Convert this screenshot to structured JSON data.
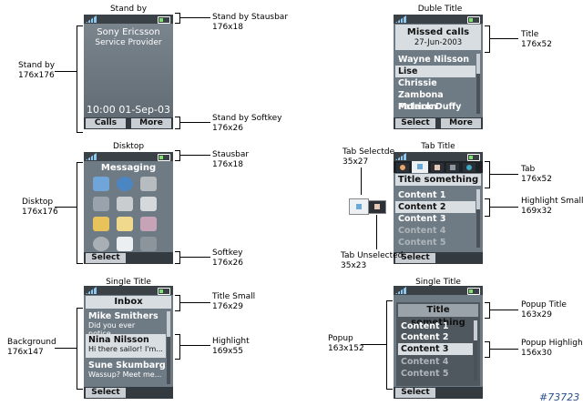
{
  "watermark": "#73723",
  "screens": {
    "standby": {
      "title": "Stand by",
      "brand": "Sony Ericsson",
      "provider": "Service Provider",
      "time": "10:00",
      "date": "01-Sep-03",
      "soft_left": "Calls",
      "soft_right": "More",
      "ann_left": "Stand by\n176x176",
      "ann_statusbar": "Stand by Stausbar\n176x18",
      "ann_softkey": "Stand by Softkey\n176x26"
    },
    "double_title": {
      "title": "Duble Title",
      "heading": "Missed calls",
      "subheading": "27-Jun-2003",
      "items": [
        "Wayne Nilsson",
        "Lise",
        "Chrissie",
        "Zambona Mclaren",
        "Patrick Duffy"
      ],
      "soft_left": "Select",
      "soft_right": "More",
      "ann_title": "Title\n176x52"
    },
    "desktop": {
      "title": "Disktop",
      "heading": "Messaging",
      "soft_left": "Select",
      "ann_left": "Disktop\n176x176",
      "ann_statusbar": "Stausbar\n176x18",
      "ann_softkey": "Softkey\n176x26",
      "icons": [
        "messaging-icon",
        "internet-icon",
        "entertainment-icon",
        "camera-icon",
        "file-manager-icon",
        "messages-icon",
        "phonebook-icon",
        "organizer-icon",
        "media-icon",
        "connectivity-icon",
        "calendar-icon",
        "settings-icon"
      ]
    },
    "tab_title": {
      "title": "Tab Title",
      "heading": "Title something",
      "items": [
        "Content 1",
        "Content 2",
        "Content 3",
        "Content 4",
        "Content 5"
      ],
      "soft_left": "Select",
      "ann_selected": "Tab Selectde\n35x27",
      "ann_unselected": "Tab Unselected\n35x23",
      "ann_tab": "Tab\n176x52",
      "ann_highlight": "Highlight Small\n169x32"
    },
    "single_title": {
      "title": "Single Title",
      "heading": "Inbox",
      "items": [
        {
          "name": "Mike Smithers",
          "preview": "Did you ever notice..."
        },
        {
          "name": "Nina Nilsson",
          "preview": "Hi there sailor! I'm..."
        },
        {
          "name": "Sune Skumbarg",
          "preview": "Wassup? Meet me..."
        }
      ],
      "soft_left": "Select",
      "ann_background": "Background\n176x147",
      "ann_title": "Title Small\n176x29",
      "ann_highlight": "Highlight\n169x55"
    },
    "popup": {
      "title": "Single Title",
      "heading": "Title something",
      "items": [
        "Content 1",
        "Content 2",
        "Content 3",
        "Content 4",
        "Content 5"
      ],
      "soft_left": "Select",
      "ann_left": "Popup\n163x152",
      "ann_title": "Popup Title\n163x29",
      "ann_highlight": "Popup Highlight\n156x30"
    }
  }
}
